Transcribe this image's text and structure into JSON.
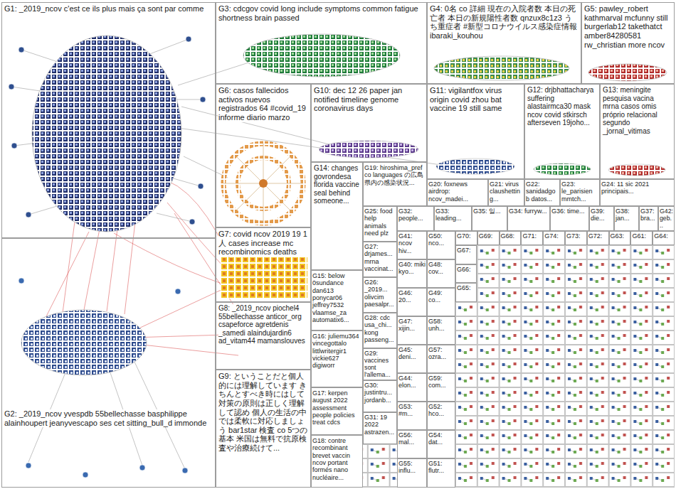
{
  "diagram": {
    "nodes": [
      {
        "text": [
          "G1: _2019_ncov c'est ce ils plus mais ça sont par comme"
        ]
      },
      {
        "text": [
          "G2: _2019_ncov yvespdb 55bellechasse basphilippe alainhoupert jeanyvescapo ses cet sitting_bull_d immonde"
        ]
      },
      {
        "text": [
          "G3: cdcgov covid long include symptoms common fatigue shortness brain passed"
        ]
      },
      {
        "text": [
          "G4: 0名 co 詳細 現在の入院者数 本日の死亡者 本日の新規陽性者数 qnzux8c1z3 うち重症者 #新型コロナウイルス感染症情報 ibaraki_kouhou"
        ]
      },
      {
        "text": [
          "G5: pawley_robert kathmarval mcfunny still burgerlab12 takethatct amber84280581 rw_christian more ncov"
        ]
      },
      {
        "text": [
          "G6: casos fallecidos activos nuevos registrados 64 #covid_19 informe diario marzo"
        ]
      },
      {
        "text": [
          "G10: dec 12 26 paper jan notified timeline genome coronavirus days"
        ]
      },
      {
        "text": [
          "G11: vigilantfox virus origin covid zhou bat vaccine 19 still same"
        ]
      },
      {
        "text": [
          "G12: drjbhattacharya suffering alastairmca30 mask ncov covid stkirsch afterseven 19joho..."
        ]
      },
      {
        "text": [
          "G13: meningite pesquisa vacina mrna casos omis próprio relacional segundo _jornal_vitimas"
        ]
      },
      {
        "text": [
          "G7: covid ncov 2019 19 1人 cases increase mc recombinomics deaths"
        ]
      },
      {
        "text": [
          "G8: _2019_ncov piochel4 55bellechasse anticor_org csapeforce agretdenis _samedi alaindujardin6 ad_vitam44 mamanslouves"
        ]
      },
      {
        "text": [
          "G9: ということだと個人的には理解しています きちんとすべき時にはして対策の原則は正しく理解して認め 個人の生活の中では柔軟に対応しましょう bar1star 検査 co 5つの基本 米国は無料で抗原検査や治療続けて..."
        ]
      },
      {
        "text": [
          "G14: changes govrondesa florida vaccine seal behind someone..."
        ]
      },
      {
        "text": [
          "G15: below 0sundance dan613 ponycar06 jeffrey7532 vlaamse_za automatix6..."
        ]
      },
      {
        "text": [
          "G16: juliemu364 vincegottalo littlwritergir1 vickie627 digiworr"
        ]
      },
      {
        "text": [
          "G17: kerpen august 2022 assessment people policies treat cdcs"
        ]
      },
      {
        "text": [
          "G18: contre recombinant brevet vaccin ncov portant formés nano nucléaire..."
        ]
      },
      {
        "text": [
          "G19: hiroshima_pref co languages の広島 県内の感染状況..."
        ]
      },
      {
        "text": [
          "G20: foxnews airdrop: ncov_madei..."
        ]
      },
      {
        "text": [
          "G21: virus claushetting..."
        ]
      },
      {
        "text": [
          "G22: sanidadgob datos..."
        ]
      },
      {
        "text": [
          "G23: le_parisien mmtch..."
        ]
      },
      {
        "text": [
          "G24: 11 sic 2021 principais..."
        ]
      },
      {
        "text": [
          "G25: food help animals need plz"
        ]
      },
      {
        "text": [
          "G32: people..."
        ]
      },
      {
        "text": [
          "G33: leading..."
        ]
      },
      {
        "text": [
          "G35: 일..."
        ]
      },
      {
        "text": [
          "G34: furryw..."
        ]
      },
      {
        "text": [
          "G36: time..."
        ]
      },
      {
        "text": [
          "G39: die..."
        ]
      },
      {
        "text": [
          "G38: jan..."
        ]
      },
      {
        "text": [
          "G37: bra..."
        ]
      },
      {
        "text": [
          "G42: geb..."
        ]
      },
      {
        "text": [
          "G27: drjames... mrna vaccinat..."
        ]
      },
      {
        "text": [
          "G26: _2019... olivcim paesalpr..."
        ]
      },
      {
        "text": [
          "G28: cdc usa_chi... kong passeng..."
        ]
      },
      {
        "text": [
          "G29: vaccines sont l'allema..."
        ]
      },
      {
        "text": [
          "G30: justintru... jordanb..."
        ]
      },
      {
        "text": [
          "G31: 19 2022 astrazen..."
        ]
      },
      {
        "text": [
          "G41: ncov hiv..."
        ]
      },
      {
        "text": [
          "G40: miki kyo..."
        ]
      },
      {
        "text": [
          "G46: 20..."
        ]
      },
      {
        "text": [
          "G47: xijin..."
        ]
      },
      {
        "text": [
          "G45: deni..."
        ]
      },
      {
        "text": [
          "G44: elon..."
        ]
      },
      {
        "text": [
          "G53: #m..."
        ]
      },
      {
        "text": [
          "G56: mal..."
        ]
      },
      {
        "text": [
          "G55: influ..."
        ]
      },
      {
        "text": [
          "G50: nco..."
        ]
      },
      {
        "text": [
          "G48: cov..."
        ]
      },
      {
        "text": [
          "G49: co..."
        ]
      },
      {
        "text": [
          "G58: unh..."
        ]
      },
      {
        "text": [
          "G57: ozra..."
        ]
      },
      {
        "text": [
          "G59: com..."
        ]
      },
      {
        "text": [
          "G52: hco..."
        ]
      },
      {
        "text": [
          "G54: dat..."
        ]
      },
      {
        "text": [
          "G51: flutr..."
        ]
      },
      {
        "text": [
          "G70:"
        ]
      },
      {
        "text": [
          "G69:"
        ]
      },
      {
        "text": [
          "G68:"
        ]
      },
      {
        "text": [
          "G71:"
        ]
      },
      {
        "text": [
          "G74:"
        ]
      },
      {
        "text": [
          "G73:"
        ]
      },
      {
        "text": [
          "G72:"
        ]
      },
      {
        "text": [
          "G63:"
        ]
      },
      {
        "text": [
          "G61:"
        ]
      },
      {
        "text": [
          "G64:"
        ]
      },
      {
        "text": [
          "G67:"
        ]
      },
      {
        "text": [
          "G66:"
        ]
      },
      {
        "text": [
          "G65:"
        ]
      }
    ]
  }
}
